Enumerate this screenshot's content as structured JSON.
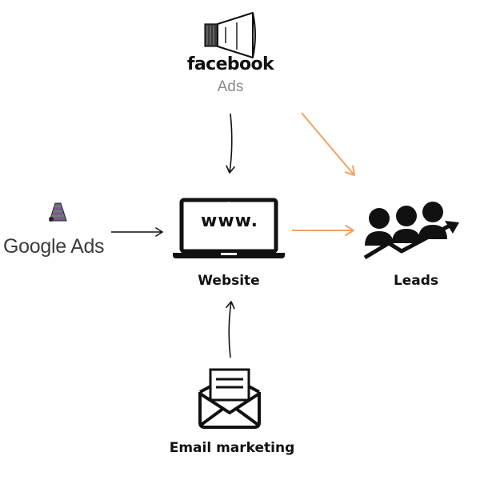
{
  "colors": {
    "black_arrow": "#111111",
    "orange_arrow": "#f4a261",
    "icon_dark": "#111111",
    "ads_gray": "#8a8a8a"
  },
  "nodes": {
    "facebook_ads": {
      "brand": "facebook",
      "sub": "Ads",
      "icon": "megaphone-icon"
    },
    "google_ads": {
      "label": "Google Ads",
      "icon": "google-ads-logo-icon"
    },
    "website": {
      "label": "Website",
      "screen_text": "www.",
      "icon": "laptop-icon"
    },
    "leads": {
      "label": "Leads",
      "icon": "people-growth-icon"
    },
    "email_marketing": {
      "label": "Email marketing",
      "icon": "envelope-icon"
    }
  },
  "edges": [
    {
      "from": "facebook_ads",
      "to": "website",
      "color": "black"
    },
    {
      "from": "facebook_ads",
      "to": "leads",
      "color": "orange"
    },
    {
      "from": "google_ads",
      "to": "website",
      "color": "black"
    },
    {
      "from": "website",
      "to": "leads",
      "color": "orange"
    },
    {
      "from": "email_marketing",
      "to": "website",
      "color": "black"
    }
  ]
}
